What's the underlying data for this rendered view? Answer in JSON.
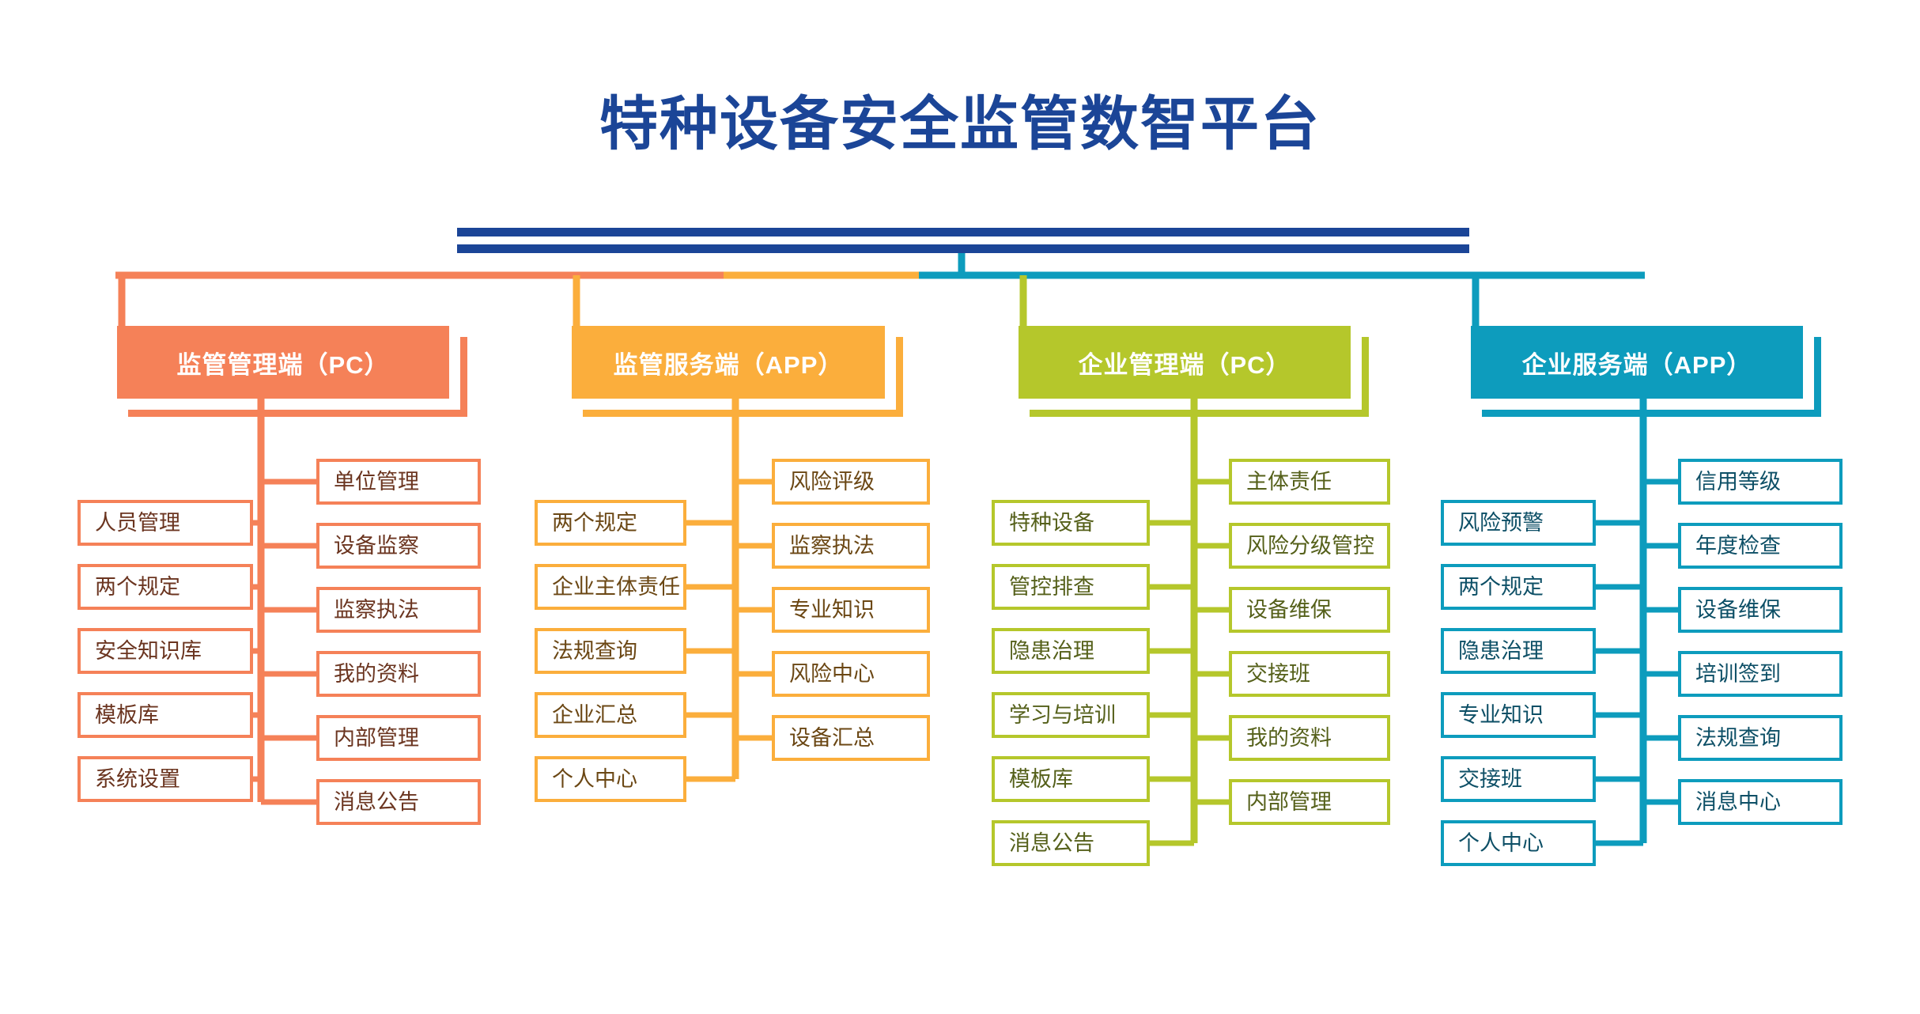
{
  "title": "特种设备安全监管数智平台",
  "theme": {
    "title_color": "#1B4597",
    "col1_color": "#F58158",
    "col2_color": "#FBAE3C",
    "col3_color": "#B5C72B",
    "col4_color": "#0D9CBD"
  },
  "columns": [
    {
      "id": "col1",
      "header": "监管管理端（PC）",
      "color": "#F58158",
      "left_items": [
        "人员管理",
        "两个规定",
        "安全知识库",
        "模板库",
        "系统设置"
      ],
      "right_items": [
        "单位管理",
        "设备监察",
        "监察执法",
        "我的资料",
        "内部管理",
        "消息公告"
      ]
    },
    {
      "id": "col2",
      "header": "监管服务端（APP）",
      "color": "#FBAE3C",
      "left_items": [
        "两个规定",
        "企业主体责任",
        "法规查询",
        "企业汇总",
        "个人中心"
      ],
      "right_items": [
        "风险评级",
        "监察执法",
        "专业知识",
        "风险中心",
        "设备汇总"
      ]
    },
    {
      "id": "col3",
      "header": "企业管理端（PC）",
      "color": "#B5C72B",
      "left_items": [
        "特种设备",
        "管控排查",
        "隐患治理",
        "学习与培训",
        "模板库",
        "消息公告"
      ],
      "right_items": [
        "主体责任",
        "风险分级管控",
        "设备维保",
        "交接班",
        "我的资料",
        "内部管理"
      ]
    },
    {
      "id": "col4",
      "header": "企业服务端（APP）",
      "color": "#0D9CBD",
      "left_items": [
        "风险预警",
        "两个规定",
        "隐患治理",
        "专业知识",
        "交接班",
        "个人中心"
      ],
      "right_items": [
        "信用等级",
        "年度检查",
        "设备维保",
        "培训签到",
        "法规查询",
        "消息中心"
      ]
    }
  ]
}
